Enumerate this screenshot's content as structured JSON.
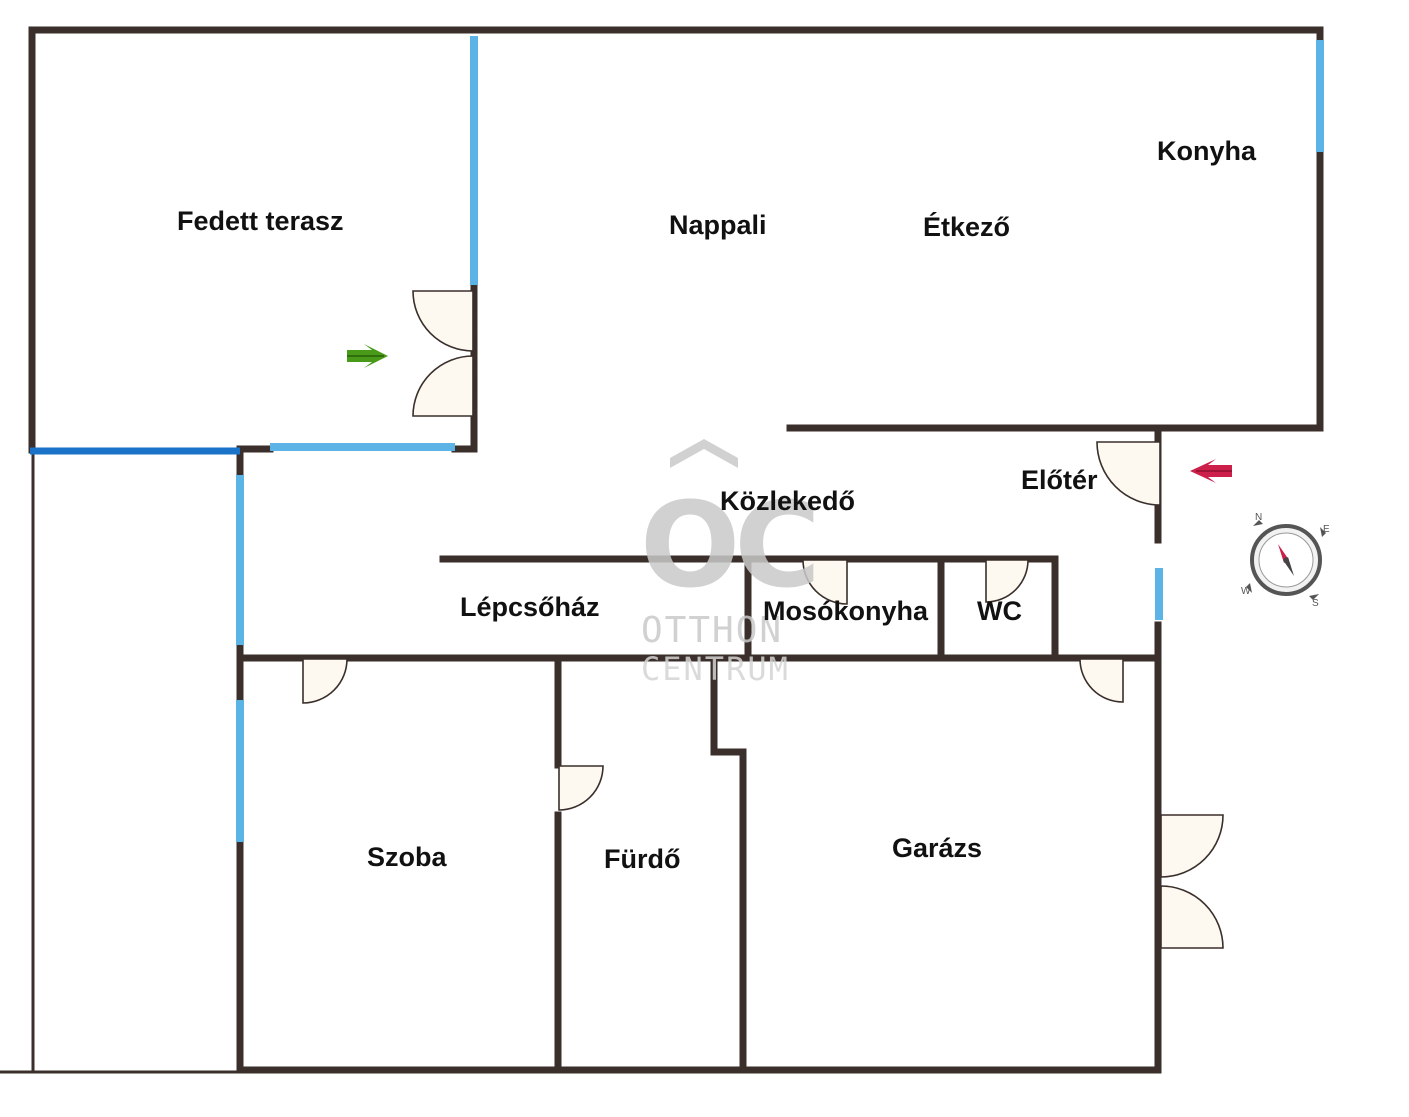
{
  "rooms": {
    "fedett_terasz": "Fedett terasz",
    "nappali": "Nappali",
    "etkezo": "Étkező",
    "konyha": "Konyha",
    "kozlekedo": "Közlekedő",
    "eloter": "Előtér",
    "lepcsohaz": "Lépcsőház",
    "mosokonyha": "Mosókonyha",
    "wc": "WC",
    "szoba": "Szoba",
    "furdo": "Fürdő",
    "garazs": "Garázs"
  },
  "watermark": {
    "logo": "OC",
    "line1": "OTTHON",
    "line2": "CENTRUM"
  },
  "compass": {
    "n": "N",
    "e": "E",
    "s": "S",
    "w": "W"
  },
  "colors": {
    "wall": "#3a2f2b",
    "window": "#5bb3e6",
    "window_dark": "#1a73c9",
    "door_fill": "#fdf8f0",
    "arrow_entry": "#cc1f4a",
    "arrow_terrace": "#4a9a1a",
    "watermark": "#c9c9c9"
  },
  "icons": {
    "entry_arrow": "arrow-left-icon",
    "terrace_arrow": "arrow-right-icon",
    "compass": "compass-icon"
  }
}
